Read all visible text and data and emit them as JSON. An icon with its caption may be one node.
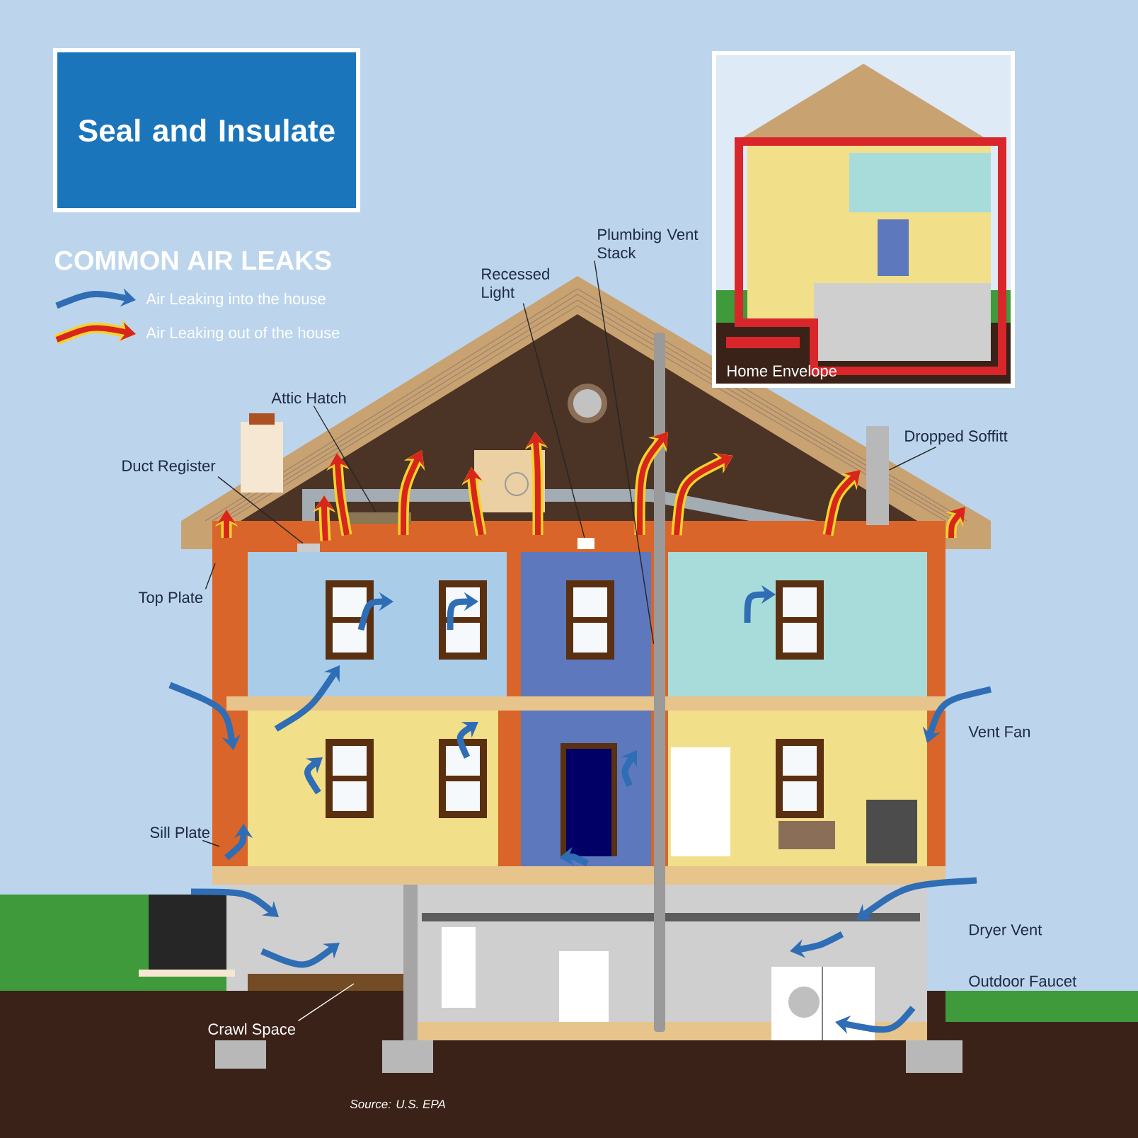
{
  "diagram": {
    "title": "COMMON AIR LEAKS",
    "nodes": [
      {
        "text": [
          "Seal and Insulate"
        ]
      },
      {
        "text": [
          "Plumbing Vent Stack"
        ]
      },
      {
        "text": [
          "Recessed Light"
        ]
      },
      {
        "text": [
          "Attic Hatch"
        ]
      },
      {
        "text": [
          "Dropped Soffitt"
        ]
      },
      {
        "text": [
          "Duct Register"
        ]
      },
      {
        "text": [
          "Top Plate"
        ]
      },
      {
        "text": [
          "Sill Plate"
        ]
      },
      {
        "text": [
          "Crawl Space"
        ]
      },
      {
        "text": [],
        "shape": "box"
      },
      {
        "text": [],
        "shape": "box"
      },
      {
        "text": [],
        "shape": "box"
      },
      {
        "text": [],
        "shape": "bar"
      },
      {
        "text": [],
        "shape": "box"
      }
    ],
    "edges": [
      {
        "from": 1,
        "to": 12,
        "arrow": "none"
      },
      {
        "from": 2,
        "to": 11,
        "arrow": "none"
      },
      {
        "from": 3,
        "to": 10,
        "arrow": "none"
      },
      {
        "from": 4,
        "to": 13,
        "arrow": "none"
      },
      {
        "from": 5,
        "to": 9,
        "arrow": "none"
      },
      {
        "from": 6,
        "to": null,
        "arrow": "none"
      },
      {
        "from": 7,
        "to": null,
        "arrow": "none"
      },
      {
        "from": 8,
        "to": null,
        "arrow": "none",
        "color": "#ffffff"
      }
    ],
    "labels": [
      "Home Envelope",
      "Vent Fan",
      "Dryer Vent",
      "Outdoor Faucet",
      "Source: U.S. EPA"
    ],
    "legend": [
      {
        "text": "Air Leaking into the house"
      },
      {
        "text": "Air Leaking out of the house"
      }
    ]
  }
}
